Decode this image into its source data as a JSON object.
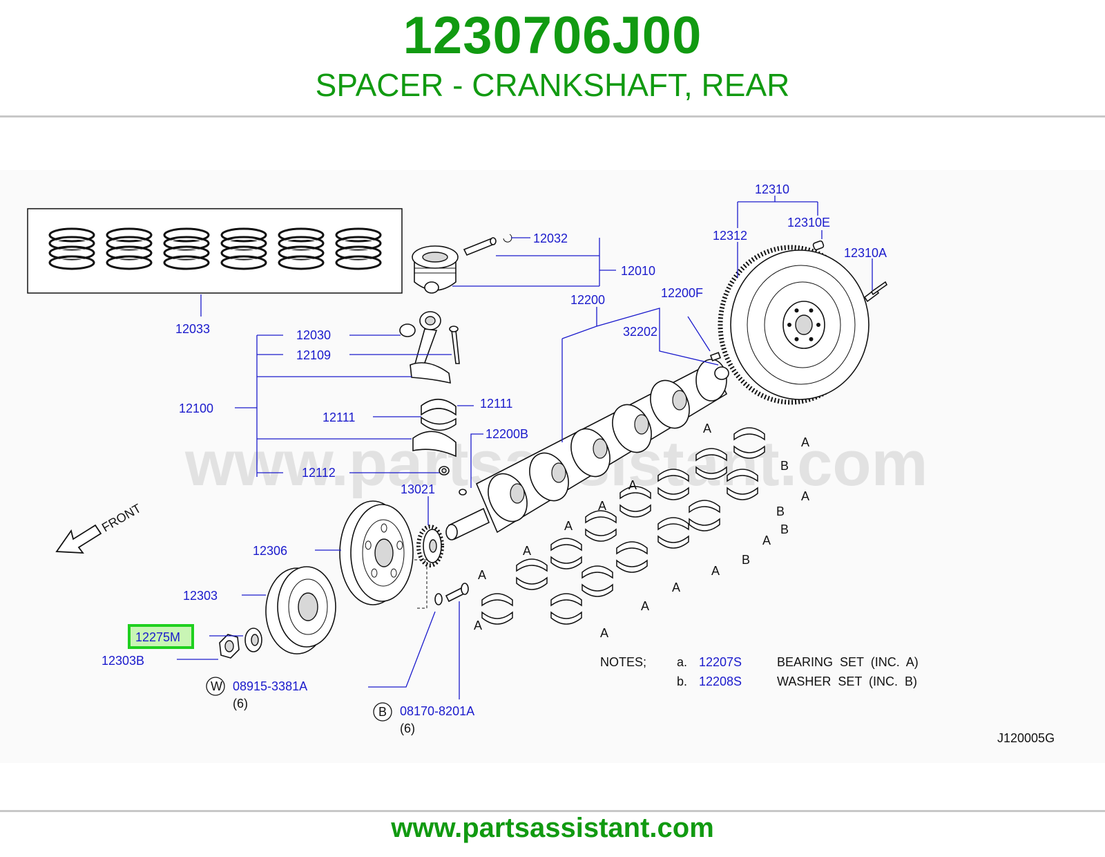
{
  "header": {
    "part_number": "1230706J00",
    "part_name": "SPACER - CRANKSHAFT, REAR"
  },
  "diagram": {
    "watermark": "www.partsassistant.com",
    "front_label": "FRONT",
    "drawing_code": "J120005G",
    "highlighted_part": "12275M",
    "callouts": {
      "c12310": "12310",
      "c12310E": "12310E",
      "c12312": "12312",
      "c12310A": "12310A",
      "c12032": "12032",
      "c12010": "12010",
      "c12200": "12200",
      "c12200F": "12200F",
      "c32202": "32202",
      "c12033": "12033",
      "c12030": "12030",
      "c12109": "12109",
      "c12100": "12100",
      "c12111a": "12111",
      "c12111b": "12111",
      "c12200B": "12200B",
      "c12112": "12112",
      "c13021": "13021",
      "c12306": "12306",
      "c12303": "12303",
      "c12275M": "12275M",
      "c12303B": "12303B",
      "c08915": "08915-3381A",
      "c08915_qty": "(6)",
      "c08915_prefix": "W",
      "c08170": "08170-8201A",
      "c08170_qty": "(6)",
      "c08170_prefix": "B"
    },
    "bearing_letters": {
      "a": "A",
      "b": "B"
    },
    "notes": {
      "heading": "NOTES;",
      "items": [
        {
          "marker": "a.",
          "part": "12207S",
          "desc": "BEARING  SET  (INC.  A)"
        },
        {
          "marker": "b.",
          "part": "12208S",
          "desc": "WASHER  SET  (INC.  B)"
        }
      ]
    }
  },
  "footer": {
    "url": "www.partsassistant.com"
  },
  "colors": {
    "title_green": "#119a11",
    "callout_blue": "#1a1acc",
    "highlight_border": "#1fd01f",
    "highlight_fill": "#c9f5b5"
  }
}
